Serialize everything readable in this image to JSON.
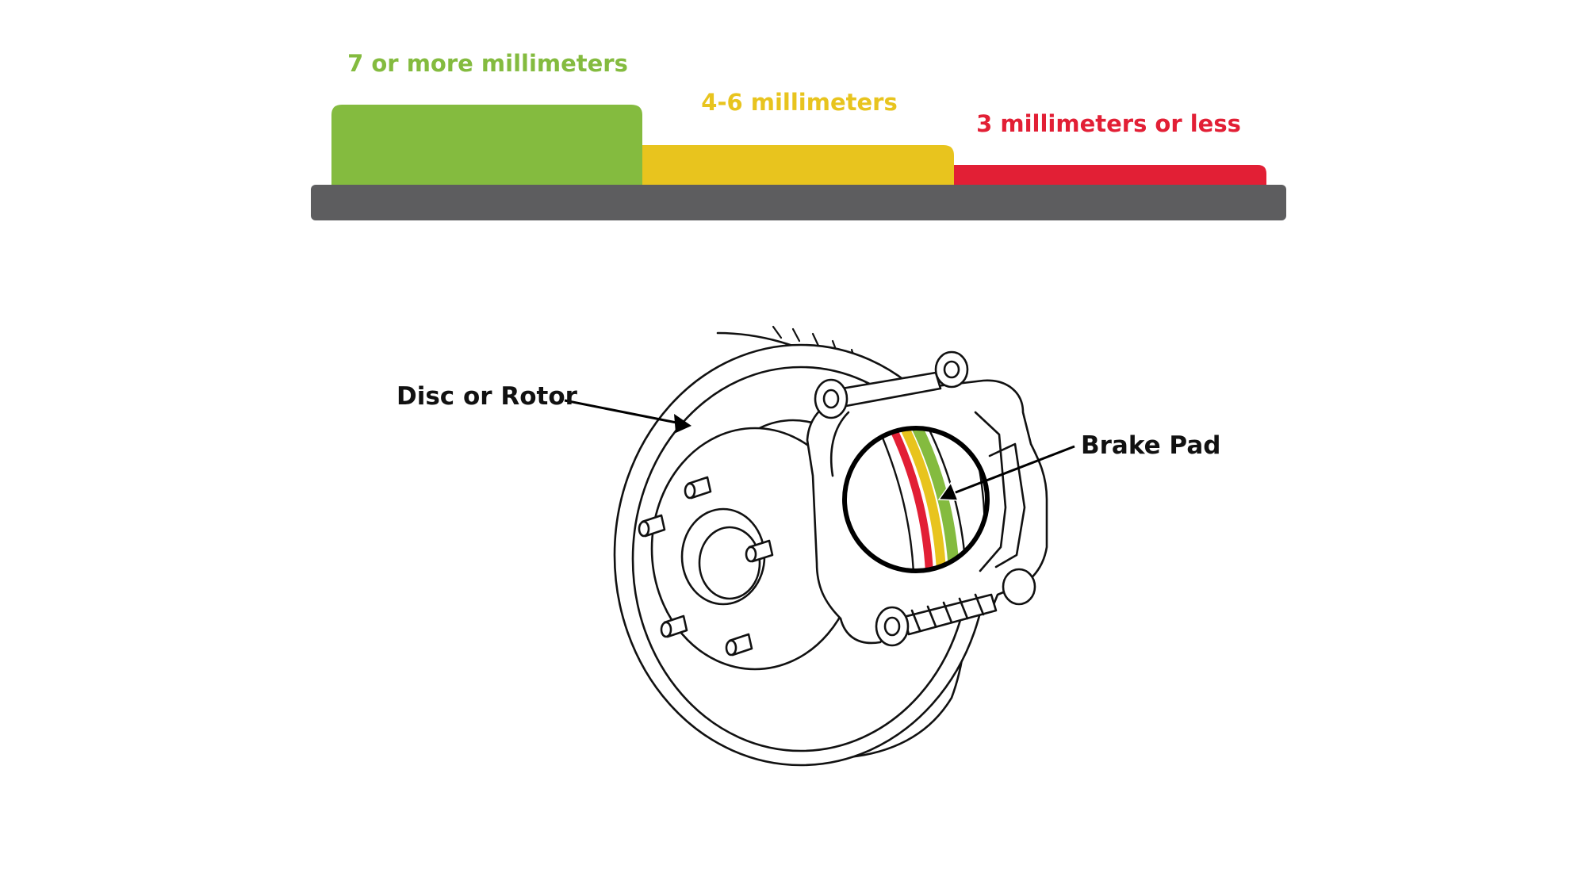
{
  "wear_levels": [
    {
      "label": "7 or more millimeters",
      "color": "#84BB3F",
      "thickness_mm_range": "7+"
    },
    {
      "label": "4-6 millimeters",
      "color": "#E8C41E",
      "thickness_mm_range": "4-6"
    },
    {
      "label": "3 millimeters or less",
      "color": "#E21F35",
      "thickness_mm_range": "0-3"
    }
  ],
  "base_color": "#5D5D5F",
  "parts": {
    "disc_label": "Disc or Rotor",
    "pad_label": "Brake Pad"
  },
  "icons": {
    "brake_assembly": "disc-brake-line-drawing",
    "pad_magnifier": "magnifier-circle"
  }
}
